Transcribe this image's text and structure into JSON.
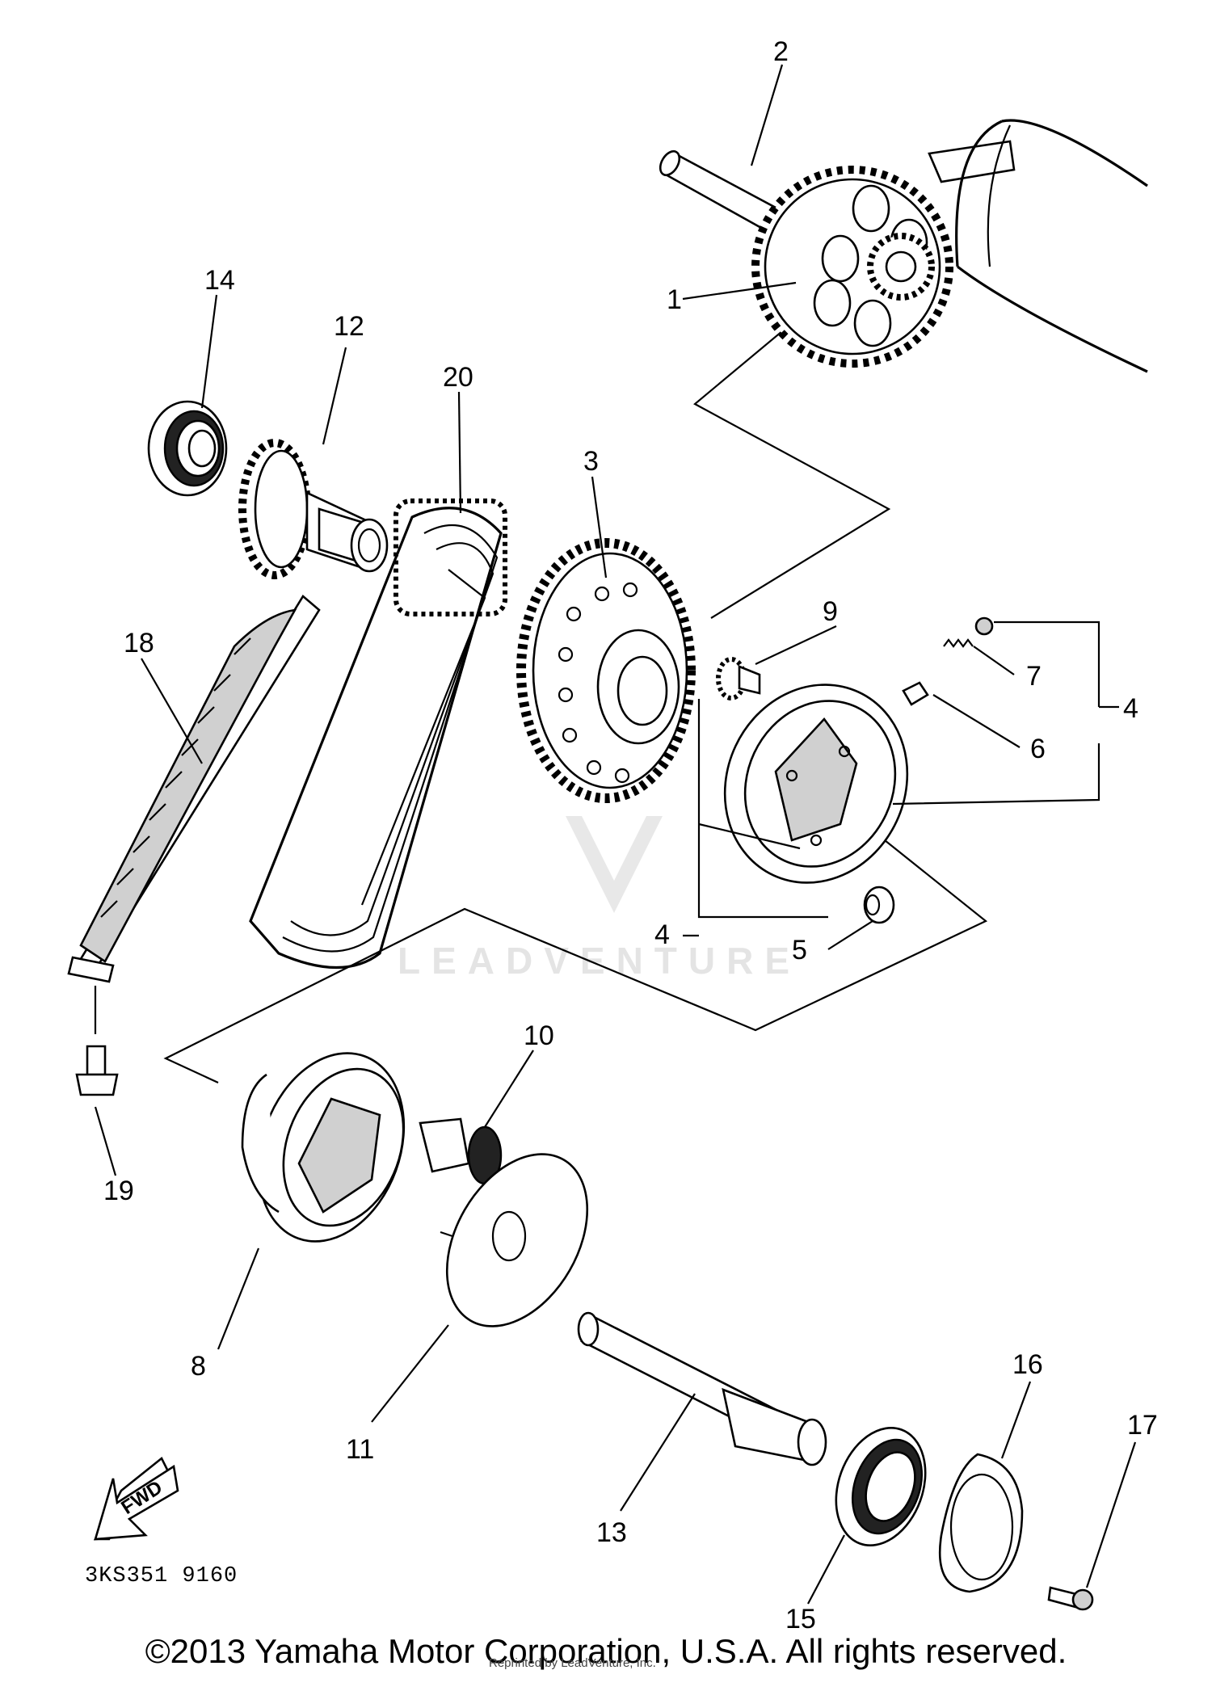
{
  "diagram": {
    "part_numbers": {
      "p1": "1",
      "p2": "2",
      "p3": "3",
      "p4a": "4",
      "p4b": "4",
      "p5": "5",
      "p6": "6",
      "p7": "7",
      "p8": "8",
      "p9": "9",
      "p10": "10",
      "p11": "11",
      "p12": "12",
      "p13": "13",
      "p14": "14",
      "p15": "15",
      "p16": "16",
      "p17": "17",
      "p18": "18",
      "p19": "19",
      "p20": "20"
    },
    "fwd_label": "FWD",
    "part_code": "3KS351 9160",
    "watermark": "LEADVENTURE",
    "copyright": "©2013 Yamaha Motor Corporation, U.S.A. All rights reserved.",
    "reprint_note": "Reprinted by LeadVenture, Inc."
  }
}
